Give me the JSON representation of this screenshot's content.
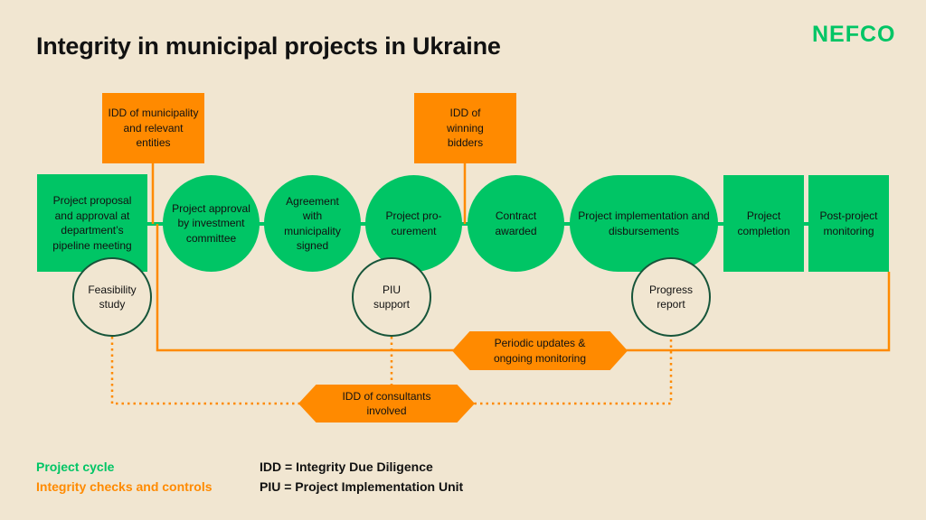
{
  "title": "Integrity in municipal projects in Ukraine",
  "logo": "NEFCO",
  "colors": {
    "green": "#00c565",
    "orange": "#ff8a00",
    "background": "#f1e6d1",
    "ring": "#17553a"
  },
  "project_cycle": [
    "Project proposal and approval at department’s pipeline meeting",
    "Project approval by investment committee",
    "Agreement with municipality signed",
    "Project pro-curement",
    "Contract awarded",
    "Project implementation and disbursements",
    "Project completion",
    "Post-project monitoring"
  ],
  "integrity_checks": {
    "idd_municipality": "IDD of municipality and relevant entities",
    "idd_bidders": "IDD of winning bidders",
    "periodic_updates": "Periodic updates & ongoing monitoring",
    "idd_consultants": "IDD of consultants involved"
  },
  "supports": [
    "Feasibility study",
    "PIU support",
    "Progress report"
  ],
  "legend": {
    "project_cycle": "Project cycle",
    "integrity": "Integrity checks and controls",
    "idd": "IDD = Integrity Due Diligence",
    "piu": "PIU = Project Implementation Unit"
  }
}
